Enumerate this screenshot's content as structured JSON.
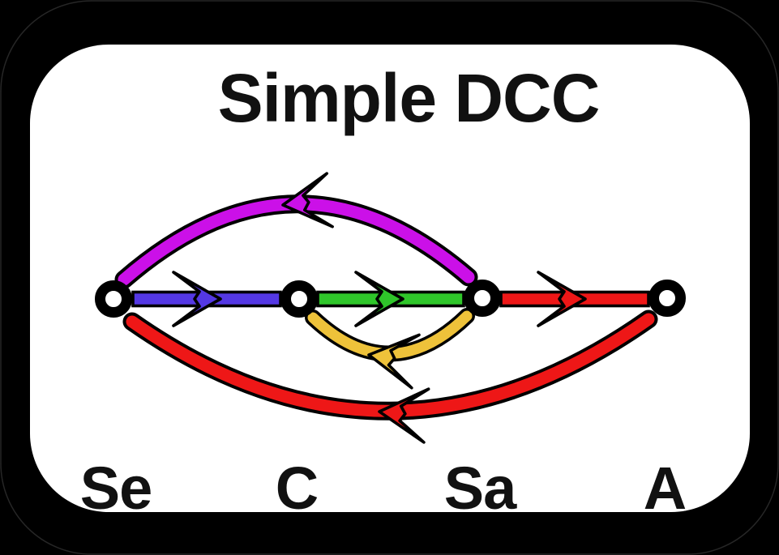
{
  "title": "Simple DCC",
  "nodes": [
    {
      "id": "Se",
      "label": "Se"
    },
    {
      "id": "C",
      "label": "C"
    },
    {
      "id": "Sa",
      "label": "Sa"
    },
    {
      "id": "A",
      "label": "A"
    }
  ],
  "edges": [
    {
      "name": "se-to-c",
      "from": "Se",
      "to": "C",
      "style": "straight",
      "color_key": "blue"
    },
    {
      "name": "c-to-sa",
      "from": "C",
      "to": "Sa",
      "style": "straight",
      "color_key": "green"
    },
    {
      "name": "sa-to-a",
      "from": "Sa",
      "to": "A",
      "style": "straight",
      "color_key": "red"
    },
    {
      "name": "sa-to-se",
      "from": "Sa",
      "to": "Se",
      "style": "arc-above",
      "color_key": "purple"
    },
    {
      "name": "sa-to-c",
      "from": "Sa",
      "to": "C",
      "style": "arc-below",
      "color_key": "yellow"
    },
    {
      "name": "a-to-se",
      "from": "A",
      "to": "Se",
      "style": "arc-below",
      "color_key": "red"
    }
  ],
  "colors": {
    "background": "#000000",
    "frame_hint": "#262626",
    "card": "#ffffff",
    "outline": "#000000",
    "text": "#111111",
    "blue": "#5438e4",
    "green": "#2fc62a",
    "red": "#ee1717",
    "purple": "#cb10e8",
    "yellow": "#eec23a"
  }
}
